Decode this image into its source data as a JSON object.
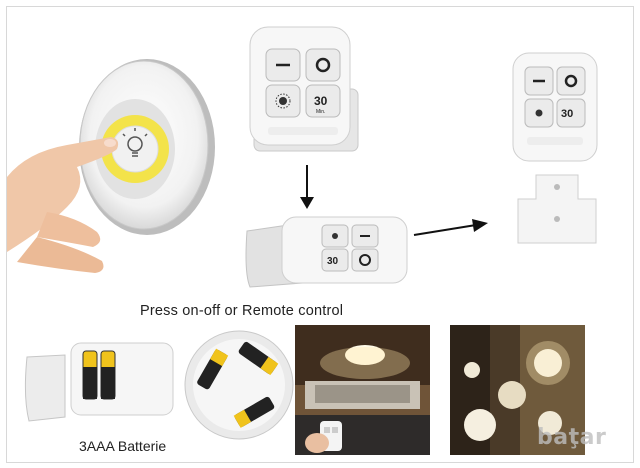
{
  "captions": {
    "press": "Press on-off  or  Remote control",
    "batteries": "3AAA Batterie"
  },
  "remote": {
    "off_symbol": "–",
    "on_symbol": "O",
    "timer_number": "30",
    "timer_unit": "Min."
  },
  "battery_label": "AAA",
  "watermark": "baţar",
  "colors": {
    "led_ring": "#f3e34a",
    "plastic": "#f4f4f4",
    "button": "#e9e9e9",
    "ambient_warm": "#7a5b3a"
  }
}
